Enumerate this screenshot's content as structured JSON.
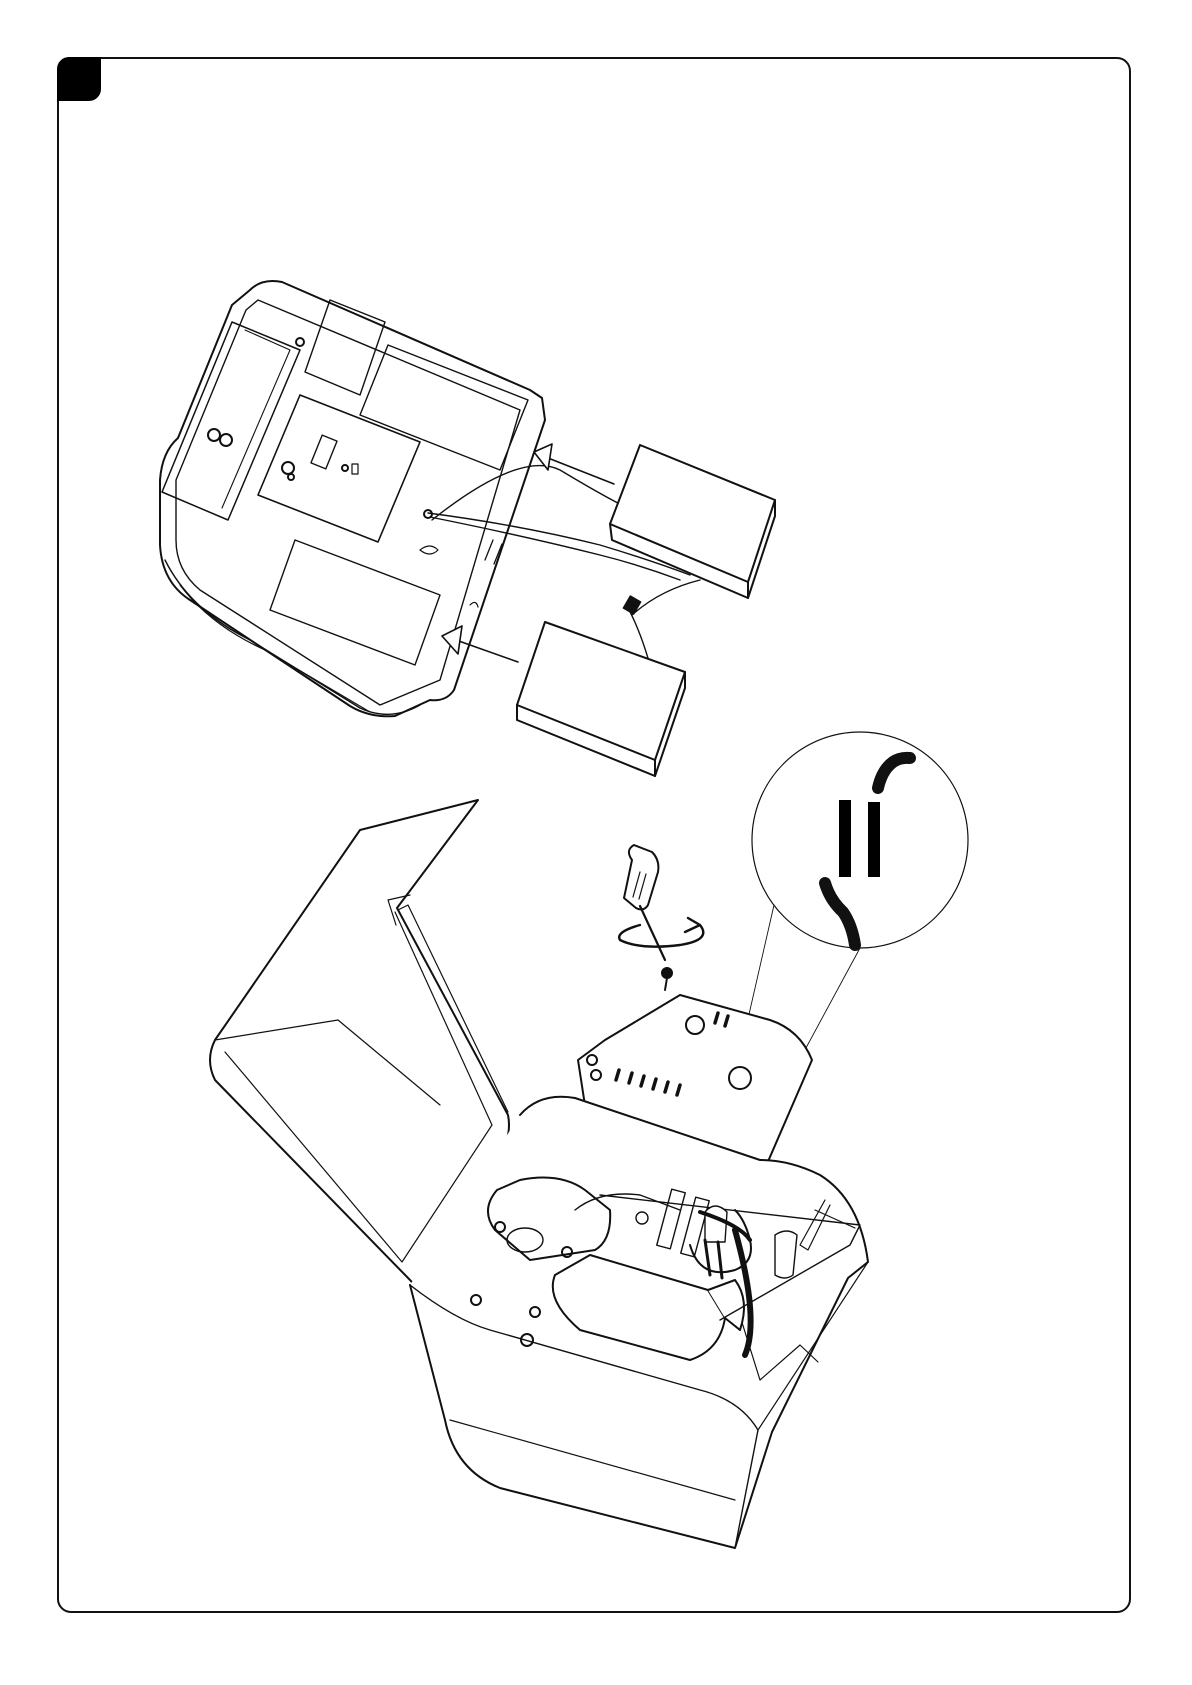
{
  "page": {
    "step_number": "",
    "footer_code": "",
    "colors": {
      "line": "#111111",
      "background": "#ffffff",
      "badge": "#000000"
    }
  },
  "illustrations": [
    {
      "name": "battery-install-view",
      "icons": [
        "opener-housing-underside",
        "battery-pack-icon",
        "battery-pack-icon",
        "insert-arrow-icon",
        "insert-arrow-icon",
        "wire-lead-icon"
      ]
    },
    {
      "name": "cover-removal-view",
      "icons": [
        "screwdriver-icon",
        "rotate-arrow-icon",
        "screw-icon",
        "control-cover-icon",
        "motor-unit-icon",
        "hinged-lid-icon"
      ]
    },
    {
      "name": "jumper-detail-callout",
      "icons": [
        "magnifier-circle-icon",
        "jumper-contacts-icon",
        "broken-wire-icon"
      ]
    }
  ]
}
